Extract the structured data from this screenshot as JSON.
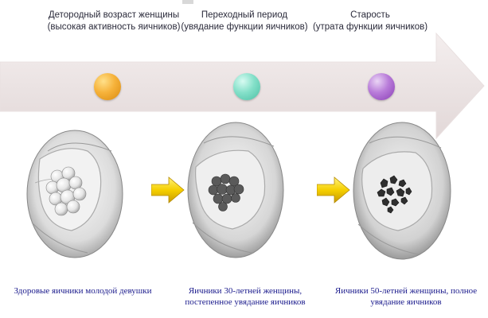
{
  "stages": [
    {
      "title": "Детородный возраст женщины",
      "subtitle": "(высокая активность яичников)",
      "dot_color": "#f2a62a",
      "caption": "Здоровые яичники молодой девушки"
    },
    {
      "title": "Переходный период",
      "subtitle": "(увядание функции яичников)",
      "dot_color": "#6ed7bf",
      "caption": "Яичники 30-летней женщины, постепенное увядание яичников"
    },
    {
      "title": "Старость",
      "subtitle": "(утрата функции яичников)",
      "dot_color": "#a35fcf",
      "caption": "Яичники 50-летней женщины, полное увядание яичников"
    }
  ],
  "colors": {
    "timeline_arrow": "#ebe3e3",
    "step_arrow": "#f3c800",
    "caption_text": "#1a1a8c"
  }
}
